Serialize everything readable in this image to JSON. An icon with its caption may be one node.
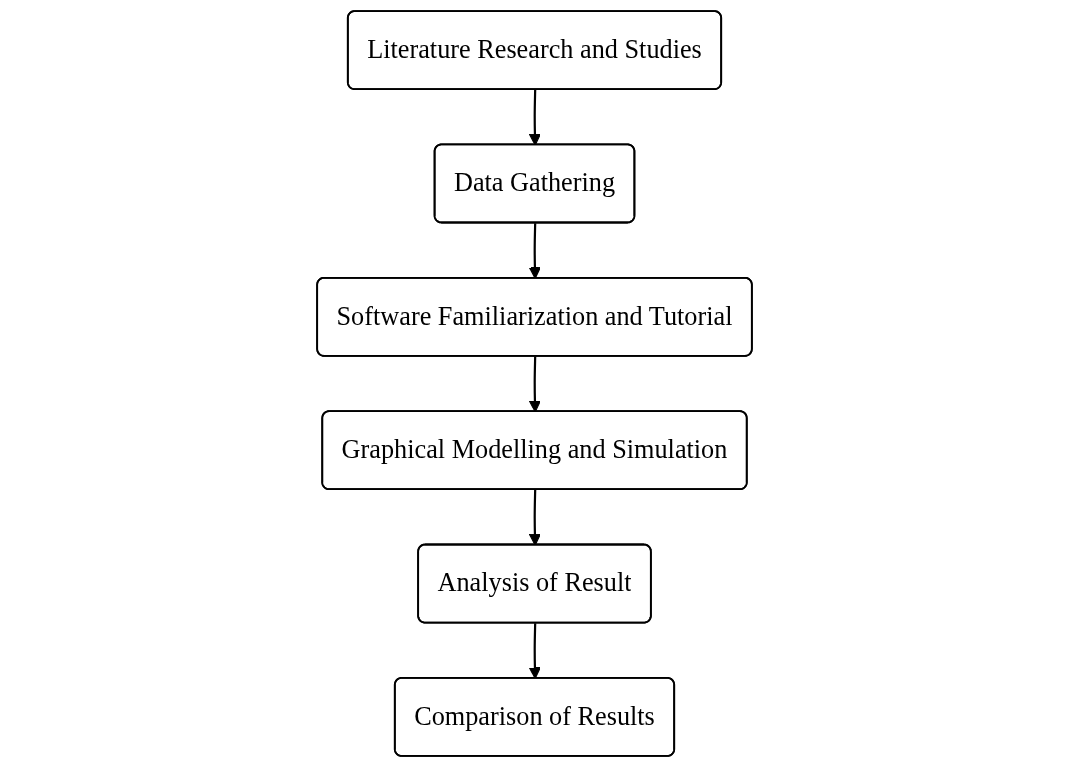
{
  "diagram": {
    "nodes": [
      {
        "text": [
          "Literature Research and Studies"
        ]
      },
      {
        "text": [
          "Data Gathering"
        ]
      },
      {
        "text": [
          "Software Familiarization and Tutorial"
        ]
      },
      {
        "text": [
          "Graphical Modelling and Simulation"
        ]
      },
      {
        "text": [
          "Analysis of Result"
        ]
      },
      {
        "text": [
          "Comparison of Results"
        ]
      }
    ],
    "edges": [
      {
        "from": 0,
        "to": 1,
        "arrow": "to"
      },
      {
        "from": 1,
        "to": 2,
        "arrow": "to"
      },
      {
        "from": 2,
        "to": 3,
        "arrow": "to"
      },
      {
        "from": 3,
        "to": 4,
        "arrow": "to"
      },
      {
        "from": 4,
        "to": 5,
        "arrow": "to"
      }
    ]
  }
}
